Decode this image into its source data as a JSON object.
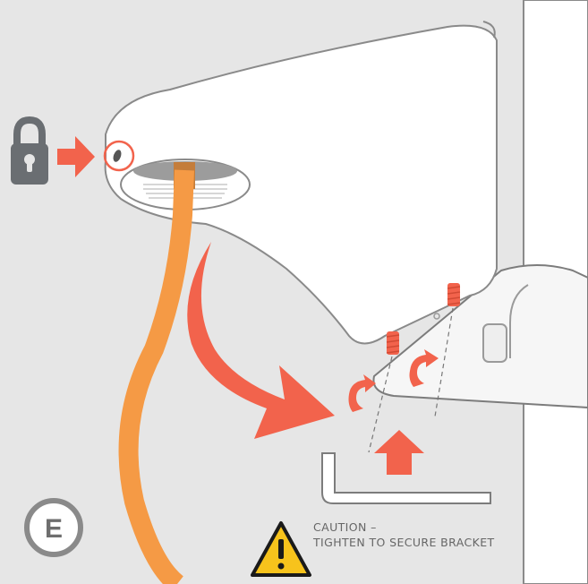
{
  "step": {
    "letter": "E"
  },
  "caution": {
    "line1": "CAUTION –",
    "line2": "TIGHTEN TO SECURE BRACKET",
    "icon": "warning-triangle-icon"
  },
  "colors": {
    "background": "#e6e6e6",
    "accent_red": "#f2634c",
    "cable_orange": "#f59a45",
    "outline": "#8a8a8a",
    "warning_yellow": "#f7c31c"
  },
  "icons": [
    "padlock-icon",
    "arrow-right-icon",
    "curved-arrow-icon",
    "arrow-up-icon",
    "hex-key-icon",
    "screw-icon",
    "rotate-arrow-icon"
  ]
}
